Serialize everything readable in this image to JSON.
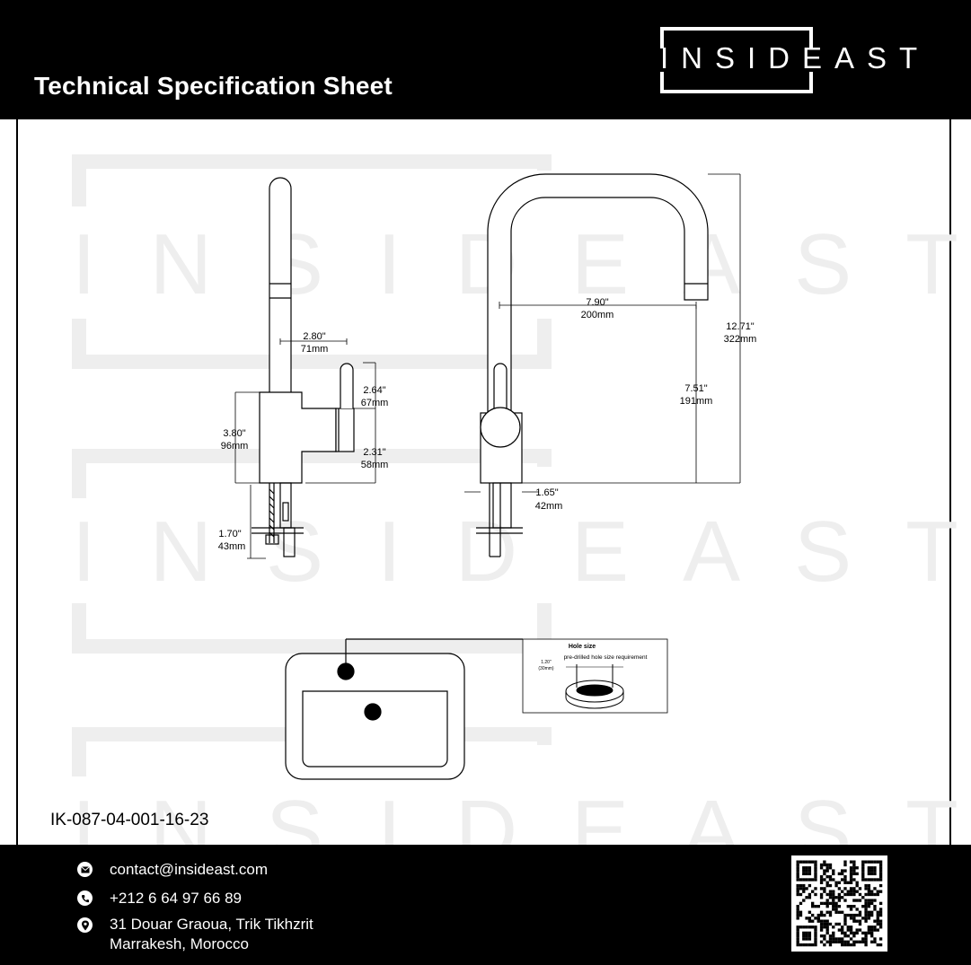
{
  "header": {
    "title": "Technical Specification Sheet",
    "brand": "INSIDEAST"
  },
  "watermark": {
    "text": "INSIDEAST"
  },
  "side_view": {
    "spout_offset": {
      "in": "2.80\"",
      "mm": "71mm"
    },
    "handle_height": {
      "in": "2.64\"",
      "mm": "67mm"
    },
    "body_height": {
      "in": "3.80\"",
      "mm": "96mm"
    },
    "handle_base": {
      "in": "2.31\"",
      "mm": "58mm"
    },
    "shank_length": {
      "in": "1.70\"",
      "mm": "43mm"
    }
  },
  "front_view": {
    "reach": {
      "in": "7.90\"",
      "mm": "200mm"
    },
    "total_height": {
      "in": "12.71\"",
      "mm": "322mm"
    },
    "spout_clearance": {
      "in": "7.51\"",
      "mm": "191mm"
    },
    "base_diameter": {
      "in": "1.65\"",
      "mm": "42mm"
    }
  },
  "hole_detail": {
    "title": "Hole size",
    "note": "pre-drilled hole size requirement",
    "size_in": "1.20\"",
    "size_mm": "(30mm)"
  },
  "document": {
    "code": "IK-087-04-001-16-23"
  },
  "footer": {
    "email": "contact@insideast.com",
    "phone": "+212 6 64 97 66 89",
    "address_line1": "31 Douar Graoua, Trik Tikhzrit",
    "address_line2": "Marrakesh, Morocco",
    "email_icon": "envelope-icon",
    "phone_icon": "phone-icon",
    "address_icon": "location-pin-icon"
  },
  "colors": {
    "band": "#000000",
    "watermark": "#eeeeee",
    "line": "#000000"
  }
}
